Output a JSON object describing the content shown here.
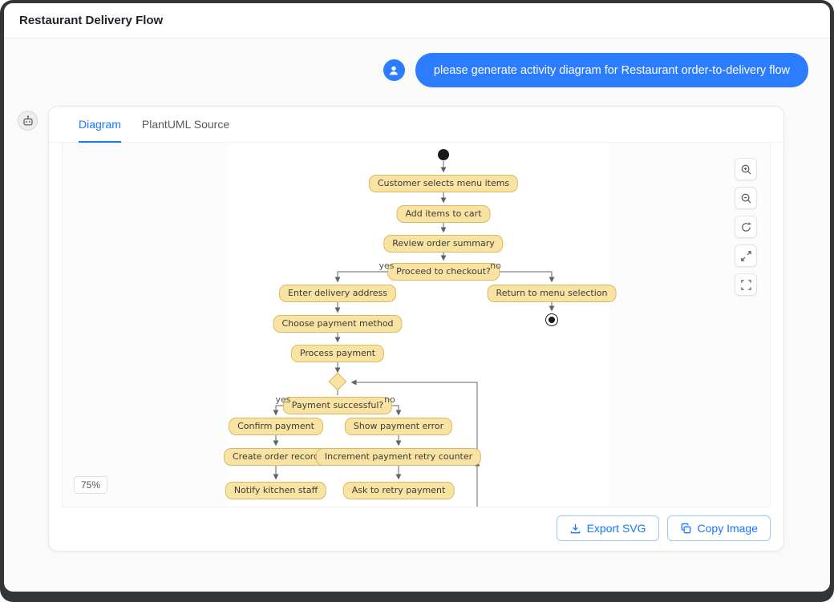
{
  "window": {
    "title": "Restaurant Delivery Flow"
  },
  "chat": {
    "user_message": "please generate activity diagram for Restaurant order-to-delivery flow"
  },
  "panel": {
    "tabs": [
      {
        "label": "Diagram",
        "active": true
      },
      {
        "label": "PlantUML Source",
        "active": false
      }
    ],
    "controls": [
      "zoom-in",
      "zoom-out",
      "reset-view",
      "fullscreen",
      "fit-to-view"
    ],
    "zoom_level": "75%",
    "actions": {
      "export_svg": "Export SVG",
      "copy_image": "Copy Image"
    }
  },
  "diagram": {
    "type": "activity",
    "nodes": {
      "customer_selects": "Customer selects menu items",
      "add_items": "Add items to cart",
      "review_order": "Review order summary",
      "proceed_checkout": "Proceed to checkout?",
      "enter_delivery": "Enter delivery address",
      "return_menu": "Return to menu selection",
      "choose_payment": "Choose payment method",
      "process_payment": "Process payment",
      "payment_successful": "Payment successful?",
      "confirm_payment": "Confirm payment",
      "show_error": "Show payment error",
      "create_order": "Create order record",
      "increment_retry": "Increment payment retry counter",
      "notify_kitchen": "Notify kitchen staff",
      "ask_retry": "Ask to retry payment"
    },
    "branch_labels": {
      "checkout_yes": "yes",
      "checkout_no": "no",
      "payment_yes": "yes",
      "payment_no": "no"
    },
    "edges": [
      "start -> Customer selects menu items",
      "Customer selects menu items -> Add items to cart",
      "Add items to cart -> Review order summary",
      "Review order summary -> Proceed to checkout?",
      "Proceed to checkout? -yes-> Enter delivery address",
      "Proceed to checkout? -no-> Return to menu selection",
      "Return to menu selection -> end",
      "Enter delivery address -> Choose payment method",
      "Choose payment method -> Process payment",
      "Process payment -> Payment successful?",
      "Payment successful? -yes-> Confirm payment",
      "Payment successful? -no-> Show payment error",
      "Confirm payment -> Create order record",
      "Create order record -> Notify kitchen staff",
      "Show payment error -> Increment payment retry counter",
      "Increment payment retry counter -> Ask to retry payment",
      "Ask to retry payment -> loop back to payment decision"
    ],
    "colors": {
      "node_fill": "#F9E3A3",
      "node_border": "#DCB964",
      "edge": "#5b6570"
    }
  },
  "colors": {
    "accent": "#2b7cff",
    "tab_active": "#1677ff"
  }
}
